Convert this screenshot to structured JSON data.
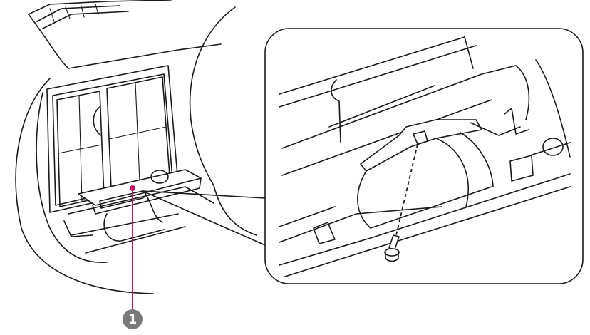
{
  "callout": {
    "number": "1",
    "leader_color": "#c8106e",
    "badge_color": "#7a7a7a",
    "badge_text_color": "#ffffff"
  },
  "figure": {
    "left_view": "projector-air-filter-cover",
    "right_view": "magnified-screw-detail",
    "icons": [
      "screw-icon"
    ]
  }
}
